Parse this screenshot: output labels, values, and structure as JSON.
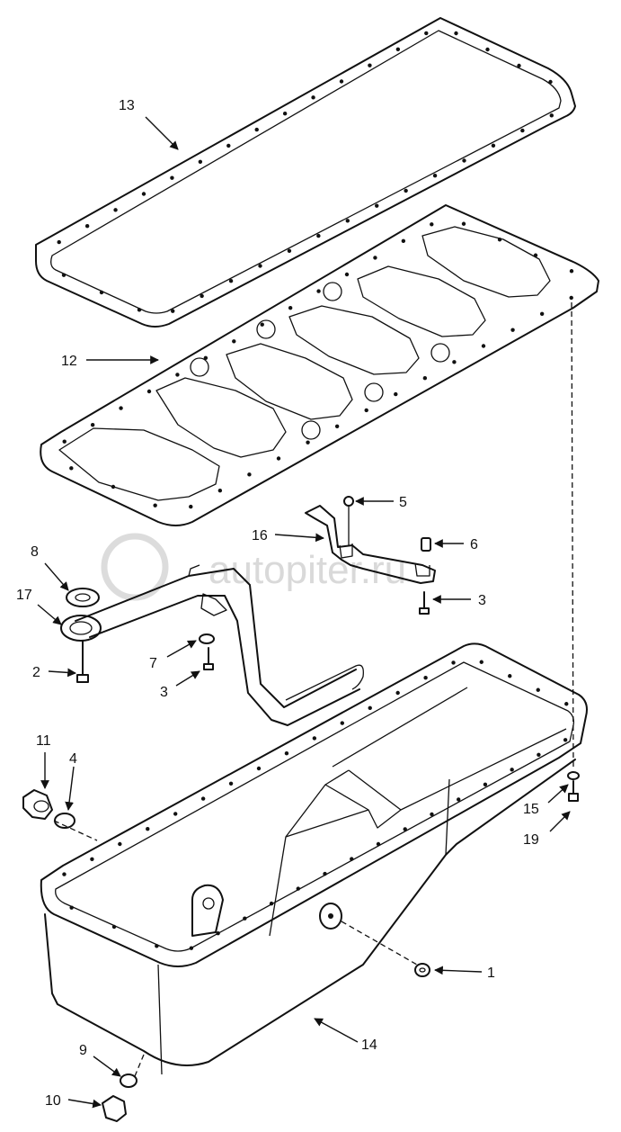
{
  "watermark": "autopiter.ru",
  "callouts": {
    "c1": "1",
    "c2": "2",
    "c3a": "3",
    "c3b": "3",
    "c4": "4",
    "c5": "5",
    "c6": "6",
    "c7": "7",
    "c8": "8",
    "c9": "9",
    "c10": "10",
    "c11": "11",
    "c12": "12",
    "c13": "13",
    "c14": "14",
    "c15": "15",
    "c16": "16",
    "c17": "17",
    "c19": "19"
  }
}
